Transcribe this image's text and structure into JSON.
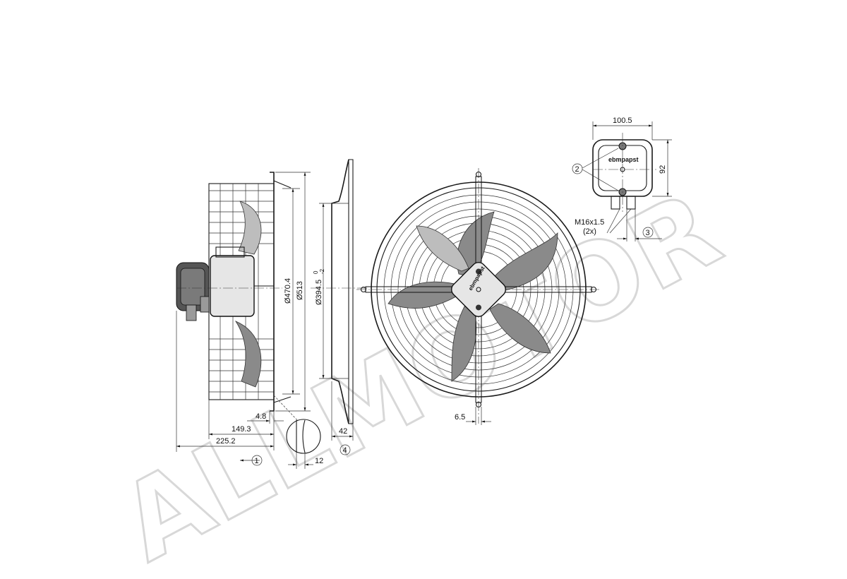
{
  "watermark": "ALLMOTOR",
  "side_view": {
    "dimensions": {
      "outer_diameter": "Ø513",
      "inner_diameter": "Ø470.4",
      "overall_depth": "225.2",
      "guard_depth": "149.3",
      "flange_offset": "4.8",
      "detail_thickness": "12"
    },
    "callout": "1"
  },
  "ring_view": {
    "dimensions": {
      "bore": "Ø394.5",
      "tol_upper": "0",
      "tol_lower": "-2",
      "depth": "42"
    },
    "callout": "4"
  },
  "front_view": {
    "dimensions": {
      "slot": "6.5"
    },
    "brand": "ebmpapst"
  },
  "terminal_box": {
    "dimensions": {
      "width": "100.5",
      "height": "92"
    },
    "brand": "ebmpapst",
    "thread": "M16x1.5",
    "thread_qty": "(2x)",
    "callouts": [
      "2",
      "3"
    ]
  }
}
